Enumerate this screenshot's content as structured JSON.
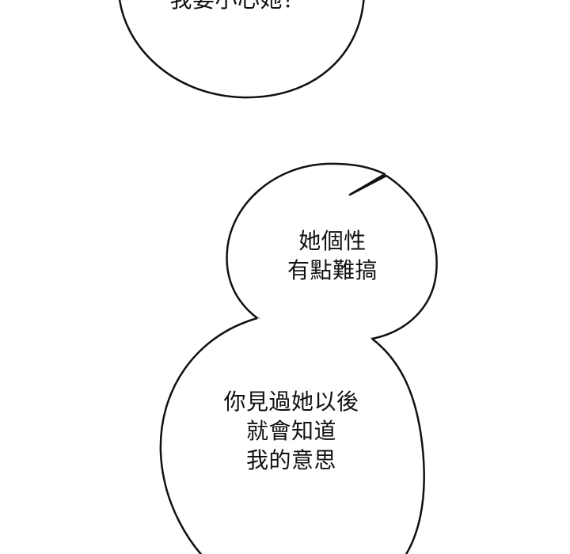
{
  "colors": {
    "background": "#ffffff",
    "bubble_fill": "#ffffff",
    "bubble_stroke": "#111111",
    "text": "#111111"
  },
  "bubbles": {
    "top": {
      "lines": [
        "我要小心她？"
      ]
    },
    "middle": {
      "lines": [
        "她個性",
        "有點難搞"
      ]
    },
    "bottom": {
      "lines": [
        "你見過她以後",
        "就會知道",
        "我的意思"
      ]
    }
  }
}
